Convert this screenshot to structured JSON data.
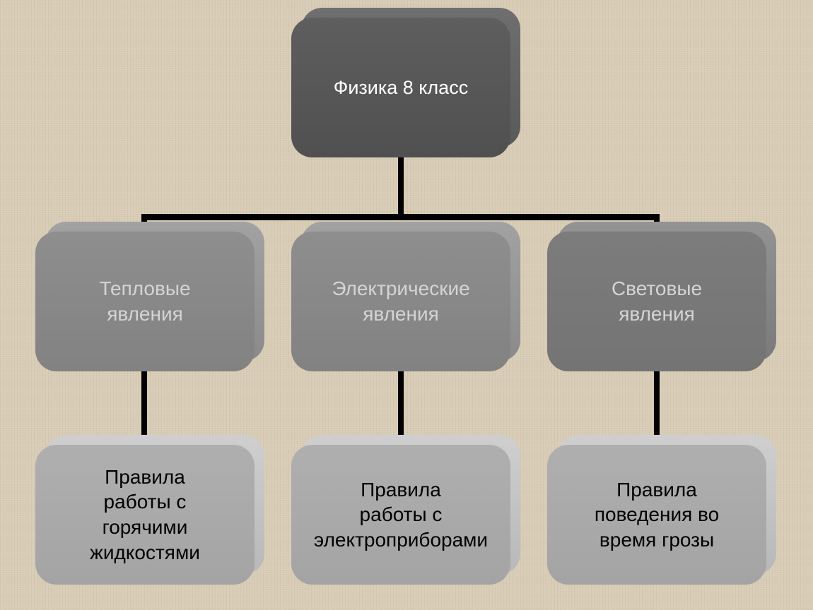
{
  "diagram": {
    "root": {
      "label": "Физика 8 класс"
    },
    "branches": [
      {
        "label": "Тепловые\nявления",
        "rule": "Правила\nработы с\nгорячими\nжидкостями"
      },
      {
        "label": "Электрические\nявления",
        "rule": "Правила\nработы с\nэлектроприборами"
      },
      {
        "label": "Световые\nявления",
        "rule": "Правила\nповедения во\nвремя грозы"
      }
    ]
  },
  "colors": {
    "background": "#d8ccb6",
    "root_box": "#555555",
    "category_box": "#888888",
    "rule_box": "#a9a9a9",
    "connector": "#000000"
  }
}
